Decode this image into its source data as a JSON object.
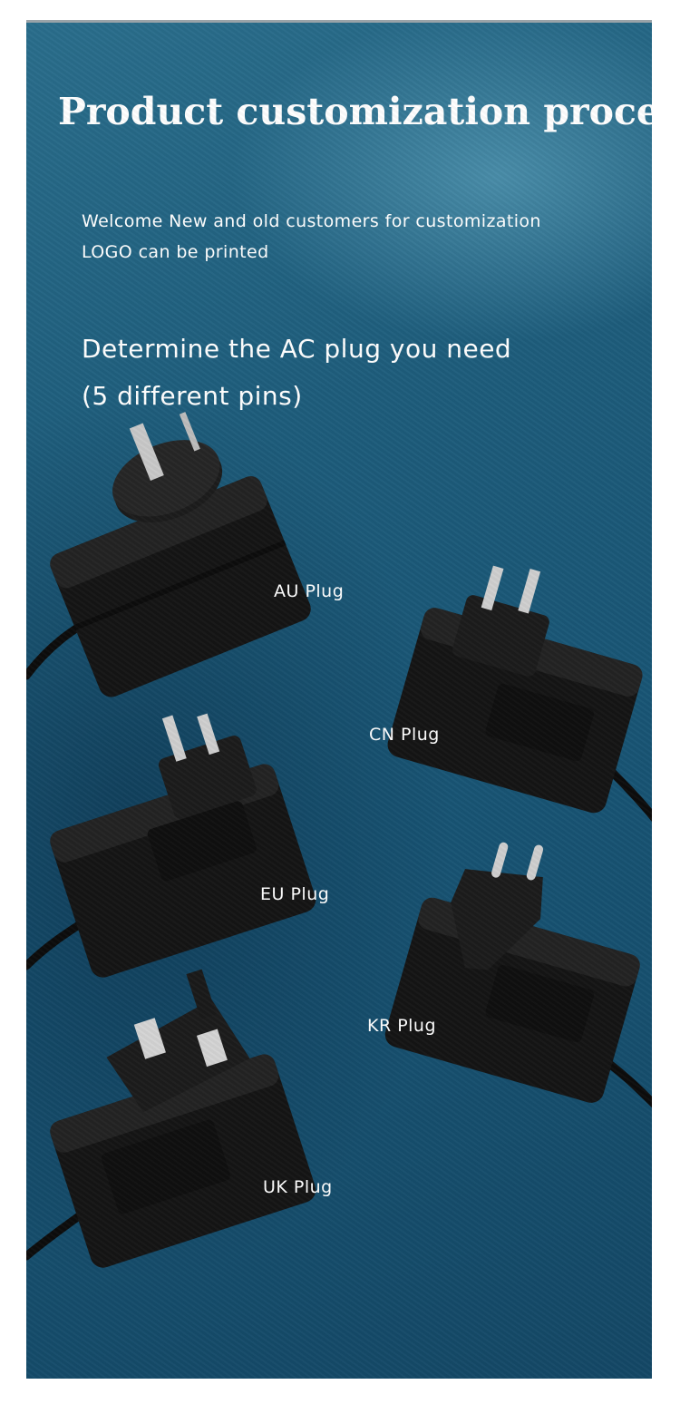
{
  "header": {
    "title": "Product customization process"
  },
  "intro": {
    "line1": "Welcome New and old customers for customization",
    "line2": "LOGO can be printed"
  },
  "section": {
    "line1": "Determine the AC plug you need",
    "line2": "(5 different pins)"
  },
  "plugs": [
    {
      "label": "AU Plug",
      "icon": "au-plug-adapter-icon"
    },
    {
      "label": "CN Plug",
      "icon": "cn-plug-adapter-icon"
    },
    {
      "label": "EU Plug",
      "icon": "eu-plug-adapter-icon"
    },
    {
      "label": "KR Plug",
      "icon": "kr-plug-adapter-icon"
    },
    {
      "label": "UK Plug",
      "icon": "uk-plug-adapter-icon"
    }
  ],
  "colors": {
    "background": "#1e5d7c",
    "text": "#ffffff",
    "adapter": "#141414"
  }
}
